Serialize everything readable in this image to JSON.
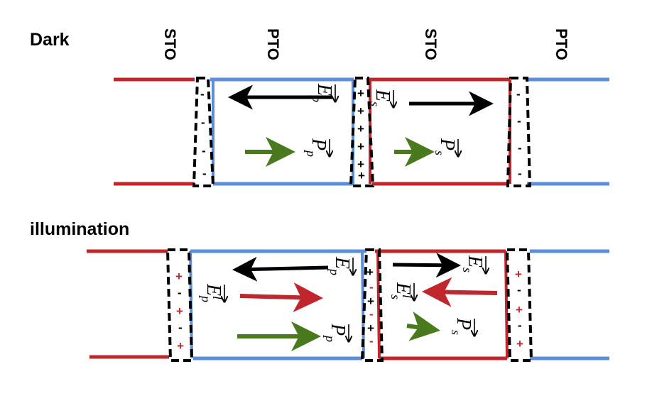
{
  "panels": {
    "dark": "Dark",
    "illumination": "illumination"
  },
  "layers": {
    "sto": "STO",
    "pto": "PTO"
  },
  "symbols": {
    "E": "E",
    "P": "P",
    "p": "p",
    "s": "s",
    "l": "l",
    "plus": "+",
    "minus": "-"
  },
  "colors": {
    "sto_line": "#c0272d",
    "pto_line": "#5b8fd9",
    "electric_field": "#000000",
    "polarization": "#4a7a1e",
    "light_field": "#c0272d",
    "positive_charge": "#c0272d",
    "negative_charge": "#000000",
    "interface_box": "#000000"
  }
}
